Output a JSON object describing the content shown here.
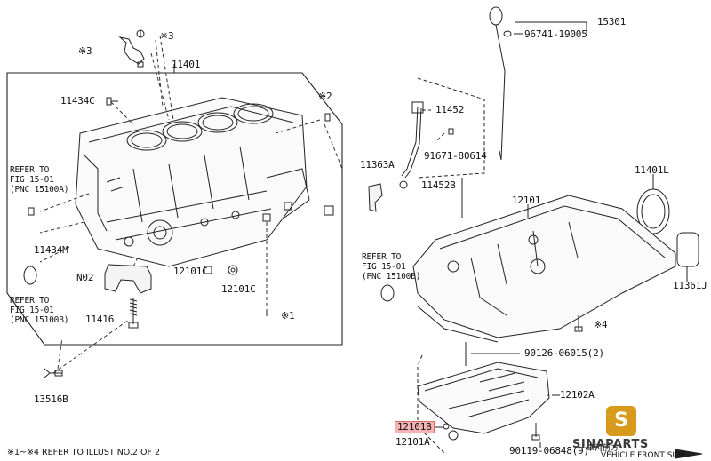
{
  "diagram": {
    "parts": {
      "p15301": "15301",
      "p96741": "96741-19005",
      "p11401": "11401",
      "p11434c": "11434C",
      "p11452": "11452",
      "p91671": "91671-80614",
      "p11363a": "11363A",
      "p11452b": "11452B",
      "p11401l": "11401L",
      "p12101": "12101",
      "p11434m": "11434M",
      "pN02": "N02",
      "p12101c_a": "12101C",
      "p12101c_b": "12101C",
      "p11416": "11416",
      "p11361j": "11361J",
      "p90126": "90126-06015(2)",
      "p12102a": "12102A",
      "p12101b": "12101B",
      "p12101a": "12101A",
      "p90119": "90119-06848(9)",
      "p13516b": "13516B"
    },
    "marks": {
      "m3a": "※3",
      "m3b": "※3",
      "m2": "※2",
      "m1": "※1",
      "m4": "※4"
    },
    "refs": {
      "ref1": {
        "l1": "REFER TO",
        "l2": "FIG 15-01",
        "l3": "(PNC 15100A)"
      },
      "ref2": {
        "l1": "REFER TO",
        "l2": "FIG 15-01",
        "l3": "(PNC 15100B)"
      },
      "ref3": {
        "l1": "REFER TO",
        "l2": "FIG 15-01",
        "l3": "(PNC 15100B)"
      }
    },
    "footnote": "※1~※4 REFER TO ILLUST NO.2 OF 2",
    "front": {
      "jp": "車両前方",
      "en": "VEHICLE FRONT SIDE"
    },
    "watermark": {
      "letter": "S",
      "text": "SINAPARTS"
    },
    "highlight_color": "#f7b3b3"
  }
}
